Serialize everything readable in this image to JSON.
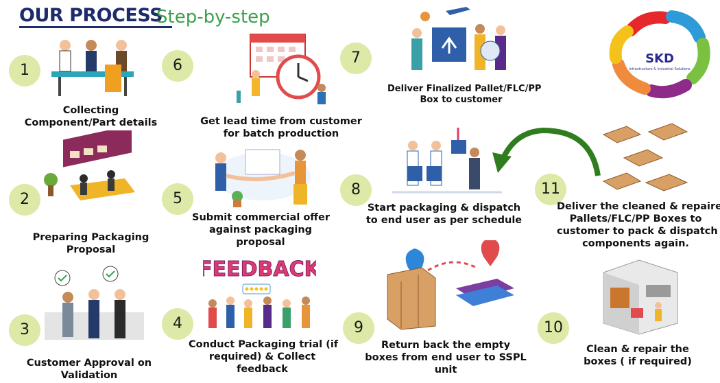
{
  "header": {
    "title": "OUR PROCESS",
    "subtitle": "Step-by-step"
  },
  "logo": {
    "text": "SKD",
    "tagline": "Infrastructure & Industrial Solutions"
  },
  "steps": [
    {
      "number": "1",
      "lines": [
        "Collecting",
        "Component/Part details"
      ]
    },
    {
      "number": "2",
      "lines": [
        "Preparing Packaging",
        "Proposal"
      ]
    },
    {
      "number": "3",
      "lines": [
        "Customer Approval on",
        "Validation"
      ]
    },
    {
      "number": "4",
      "lines": [
        "Conduct Packaging trial (if",
        "required) & Collect",
        "feedback"
      ]
    },
    {
      "number": "5",
      "lines": [
        "Submit commercial offer",
        "against packaging",
        "proposal"
      ]
    },
    {
      "number": "6",
      "lines": [
        "Get lead time from customer",
        "for batch production"
      ]
    },
    {
      "number": "7",
      "lines": [
        "Deliver Finalized Pallet/FLC/PP",
        "Box to customer"
      ]
    },
    {
      "number": "8",
      "lines": [
        "Start packaging & dispatch",
        "to end user as per schedule"
      ]
    },
    {
      "number": "9",
      "lines": [
        "Return back the empty",
        "boxes from end user to SSPL",
        "unit"
      ]
    },
    {
      "number": "10",
      "lines": [
        "Clean & repair the",
        "boxes ( if required)"
      ]
    },
    {
      "number": "11",
      "lines": [
        "Deliver the cleaned & repaired",
        "Pallets/FLC/PP Boxes to",
        "customer to pack & dispatch",
        "components again."
      ]
    }
  ],
  "feedback_banner": "FEEDBACK",
  "colors": {
    "title": "#1d2b6b",
    "subtitle": "#3aa14a",
    "badge": "#dde9a6",
    "arrow": "#2f7d1e"
  }
}
